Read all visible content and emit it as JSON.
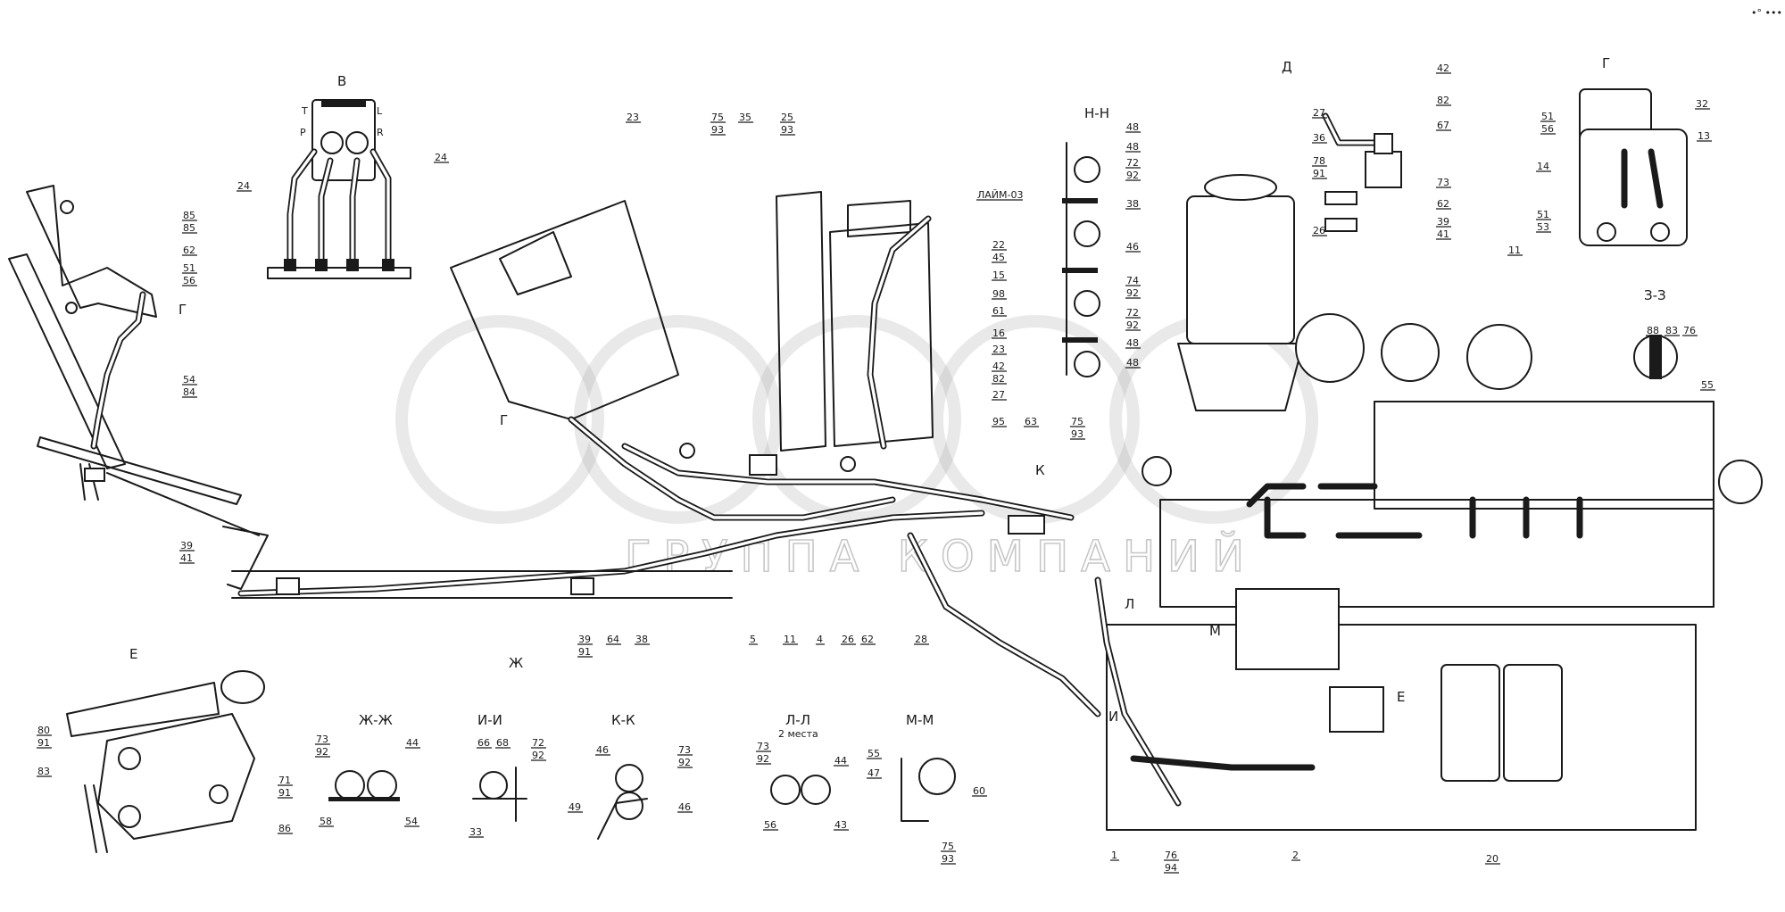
{
  "watermark": {
    "text": "ГРУППА КОМПАНИЙ"
  },
  "corner_mark": "•° •••",
  "views": [
    {
      "key": "B",
      "label": "В"
    },
    {
      "key": "D",
      "label": "Д"
    },
    {
      "key": "G",
      "label": "Г"
    },
    {
      "key": "NN",
      "label": "Н-Н"
    },
    {
      "key": "ZZ",
      "label": "З-З"
    },
    {
      "key": "E",
      "label": "Е"
    },
    {
      "key": "ZhZh",
      "label": "Ж-Ж"
    },
    {
      "key": "II",
      "label": "И-И"
    },
    {
      "key": "KK",
      "label": "К-К"
    },
    {
      "key": "LL",
      "label": "Л-Л"
    },
    {
      "key": "LLnote",
      "label": "2 места"
    },
    {
      "key": "MM",
      "label": "М-М"
    }
  ],
  "valve_letters": [
    "T",
    "L",
    "P",
    "R"
  ],
  "callouts": [
    {
      "key": "c85a",
      "text": "85"
    },
    {
      "key": "c85b",
      "text": "85"
    },
    {
      "key": "c62",
      "text": "62"
    },
    {
      "key": "c51",
      "text": "51"
    },
    {
      "key": "c56",
      "text": "56"
    },
    {
      "key": "c54",
      "text": "54"
    },
    {
      "key": "c84",
      "text": "84"
    },
    {
      "key": "c39",
      "text": "39"
    },
    {
      "key": "c41",
      "text": "41"
    },
    {
      "key": "c24a",
      "text": "24"
    },
    {
      "key": "c24b",
      "text": "24"
    },
    {
      "key": "c23",
      "text": "23"
    },
    {
      "key": "c75",
      "text": "75"
    },
    {
      "key": "c93",
      "text": "93"
    },
    {
      "key": "c35",
      "text": "35"
    },
    {
      "key": "c25",
      "text": "25"
    },
    {
      "key": "c93b",
      "text": "93"
    },
    {
      "key": "cLAIM",
      "text": "ЛАЙМ-03"
    },
    {
      "key": "c22",
      "text": "22"
    },
    {
      "key": "c45",
      "text": "45"
    },
    {
      "key": "c15",
      "text": "15"
    },
    {
      "key": "c98",
      "text": "98"
    },
    {
      "key": "c61",
      "text": "61"
    },
    {
      "key": "c16",
      "text": "16"
    },
    {
      "key": "c23b",
      "text": "23"
    },
    {
      "key": "c42",
      "text": "42"
    },
    {
      "key": "c82",
      "text": "82"
    },
    {
      "key": "c27",
      "text": "27"
    },
    {
      "key": "c95",
      "text": "95"
    },
    {
      "key": "c63",
      "text": "63"
    },
    {
      "key": "c75b",
      "text": "75"
    },
    {
      "key": "c93c",
      "text": "93"
    },
    {
      "key": "c26",
      "text": "26"
    },
    {
      "key": "c28",
      "text": "28"
    },
    {
      "key": "c62b",
      "text": "62"
    },
    {
      "key": "c4",
      "text": "4"
    },
    {
      "key": "c11",
      "text": "11"
    },
    {
      "key": "c5",
      "text": "5"
    },
    {
      "key": "c38",
      "text": "38"
    },
    {
      "key": "c64",
      "text": "64"
    },
    {
      "key": "c39b",
      "text": "39"
    },
    {
      "key": "c91",
      "text": "91"
    },
    {
      "key": "c48a",
      "text": "48"
    },
    {
      "key": "c48b",
      "text": "48"
    },
    {
      "key": "c72",
      "text": "72"
    },
    {
      "key": "c92",
      "text": "92"
    },
    {
      "key": "c38b",
      "text": "38"
    },
    {
      "key": "c46",
      "text": "46"
    },
    {
      "key": "c74",
      "text": "74"
    },
    {
      "key": "c92b",
      "text": "92"
    },
    {
      "key": "c72b",
      "text": "72"
    },
    {
      "key": "c92c",
      "text": "92"
    },
    {
      "key": "c48c",
      "text": "48"
    },
    {
      "key": "c48d",
      "text": "48"
    },
    {
      "key": "c27b",
      "text": "27"
    },
    {
      "key": "c42b",
      "text": "42"
    },
    {
      "key": "c82b",
      "text": "82"
    },
    {
      "key": "c67",
      "text": "67"
    },
    {
      "key": "c36",
      "text": "36"
    },
    {
      "key": "c78",
      "text": "78"
    },
    {
      "key": "c91b",
      "text": "91"
    },
    {
      "key": "c73",
      "text": "73"
    },
    {
      "key": "c62c",
      "text": "62"
    },
    {
      "key": "c39c",
      "text": "39"
    },
    {
      "key": "c41b",
      "text": "41"
    },
    {
      "key": "c26b",
      "text": "26"
    },
    {
      "key": "c51b",
      "text": "51"
    },
    {
      "key": "c56b",
      "text": "56"
    },
    {
      "key": "c32",
      "text": "32"
    },
    {
      "key": "c13",
      "text": "13"
    },
    {
      "key": "c14",
      "text": "14"
    },
    {
      "key": "c51c",
      "text": "51"
    },
    {
      "key": "c53",
      "text": "53"
    },
    {
      "key": "c11b",
      "text": "11"
    },
    {
      "key": "c88",
      "text": "88"
    },
    {
      "key": "c83",
      "text": "83"
    },
    {
      "key": "c76",
      "text": "76"
    },
    {
      "key": "c55",
      "text": "55"
    },
    {
      "key": "c80",
      "text": "80"
    },
    {
      "key": "c91c",
      "text": "91"
    },
    {
      "key": "c83b",
      "text": "83"
    },
    {
      "key": "c71",
      "text": "71"
    },
    {
      "key": "c91d",
      "text": "91"
    },
    {
      "key": "c86",
      "text": "86"
    },
    {
      "key": "c73b",
      "text": "73"
    },
    {
      "key": "c92d",
      "text": "92"
    },
    {
      "key": "c44",
      "text": "44"
    },
    {
      "key": "c58",
      "text": "58"
    },
    {
      "key": "c54b",
      "text": "54"
    },
    {
      "key": "c66",
      "text": "66"
    },
    {
      "key": "c68",
      "text": "68"
    },
    {
      "key": "c72c",
      "text": "72"
    },
    {
      "key": "c92e",
      "text": "92"
    },
    {
      "key": "c33",
      "text": "33"
    },
    {
      "key": "c46b",
      "text": "46"
    },
    {
      "key": "c73c",
      "text": "73"
    },
    {
      "key": "c92f",
      "text": "92"
    },
    {
      "key": "c49",
      "text": "49"
    },
    {
      "key": "c46c",
      "text": "46"
    },
    {
      "key": "c73d",
      "text": "73"
    },
    {
      "key": "c92g",
      "text": "92"
    },
    {
      "key": "c44b",
      "text": "44"
    },
    {
      "key": "c56c",
      "text": "56"
    },
    {
      "key": "c43",
      "text": "43"
    },
    {
      "key": "c55b",
      "text": "55"
    },
    {
      "key": "c47",
      "text": "47"
    },
    {
      "key": "c60",
      "text": "60"
    },
    {
      "key": "c75c",
      "text": "75"
    },
    {
      "key": "c93d",
      "text": "93"
    },
    {
      "key": "c1",
      "text": "1"
    },
    {
      "key": "c76b",
      "text": "76"
    },
    {
      "key": "c94",
      "text": "94"
    },
    {
      "key": "c2",
      "text": "2"
    },
    {
      "key": "c20",
      "text": "20"
    }
  ],
  "section_marks": [
    "Г",
    "К",
    "Л",
    "М",
    "И",
    "Е",
    "Ж"
  ]
}
